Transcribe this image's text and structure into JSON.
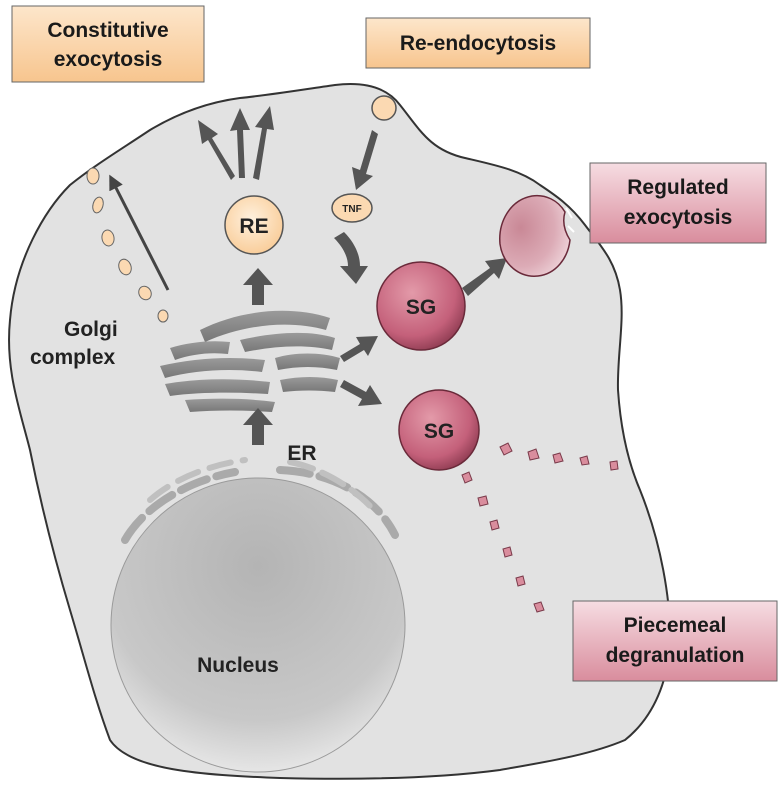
{
  "labels": {
    "constitutive_1": "Constitutive",
    "constitutive_2": "exocytosis",
    "reendocytosis": "Re-endocytosis",
    "regulated_1": "Regulated",
    "regulated_2": "exocytosis",
    "piecemeal_1": "Piecemeal",
    "piecemeal_2": "degranulation",
    "golgi_1": "Golgi",
    "golgi_2": "complex",
    "er": "ER",
    "nucleus": "Nucleus",
    "re": "RE",
    "tnf": "TNF",
    "sg_top": "SG",
    "sg_bottom": "SG"
  },
  "colors": {
    "cell_fill": "#e3e3e3",
    "cell_stroke": "#333333",
    "orange_box": "#fdd7ad",
    "pink_box": "#e7a9b5",
    "sg_fill": "#c9697e",
    "vesicle_orange": "#fbd9b2",
    "arrow_gray": "#555555"
  }
}
